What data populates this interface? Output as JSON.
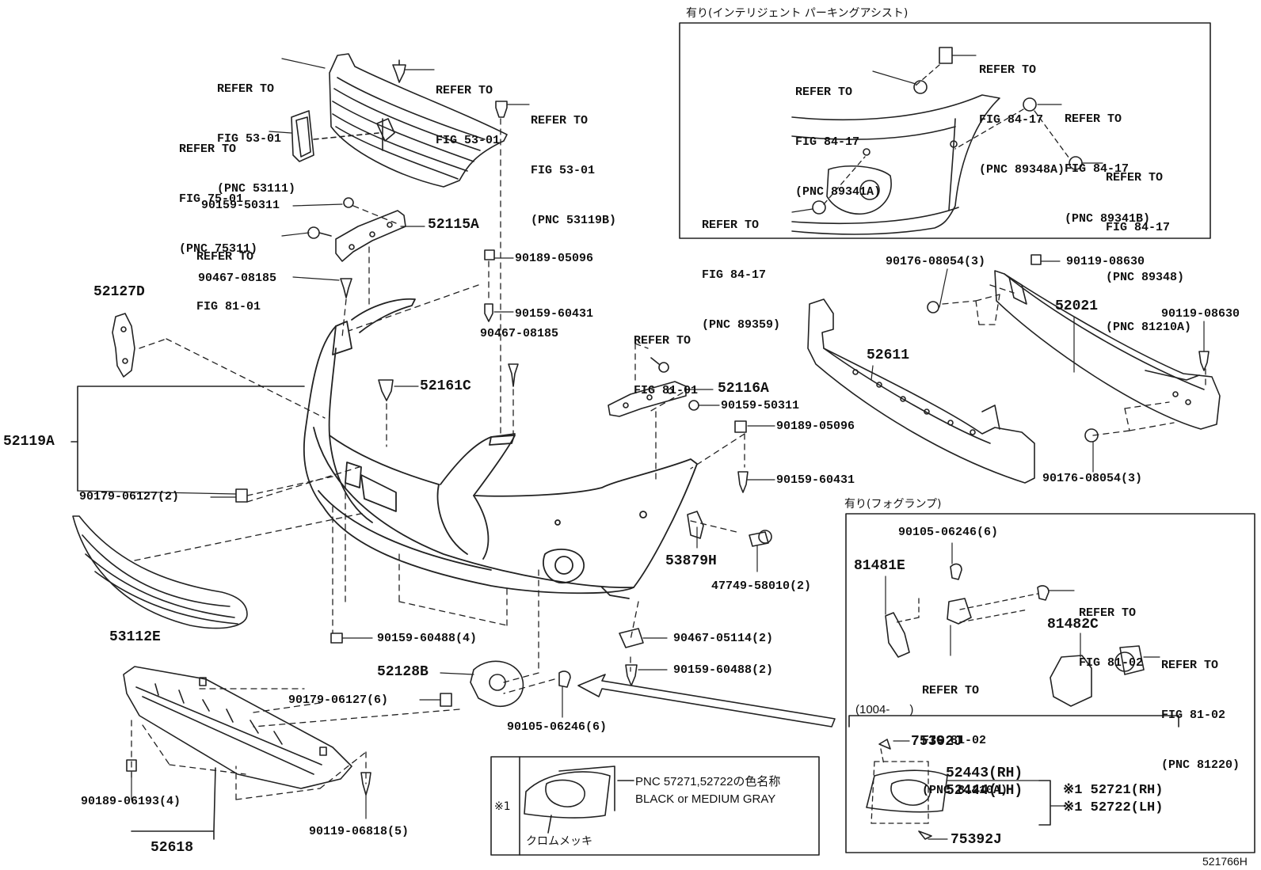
{
  "insets": {
    "parking_assist": {
      "title": "有り(インテリジェント パーキングアシスト)",
      "refer_89348A": [
        "REFER TO",
        "FIG 84-17",
        "(PNC 89348A)"
      ],
      "refer_89341A": [
        "REFER TO",
        "FIG 84-17",
        "(PNC 89341A)"
      ],
      "refer_89341B": [
        "REFER TO",
        "FIG 84-17",
        "(PNC 89341B)"
      ],
      "refer_89348": [
        "REFER TO",
        "FIG 84-17",
        "(PNC 89348)",
        "(PNC 81210A)"
      ],
      "refer_89359": [
        "REFER TO",
        "FIG 84-17",
        "(PNC 89359)"
      ]
    },
    "fog_lamp": {
      "title": "有り(フォグランプ)",
      "p90105": "90105-06246(6)",
      "p81481E": "81481E",
      "refer_81_02_a": [
        "REFER TO",
        "FIG 81-02"
      ],
      "refer_81210A": [
        "REFER TO",
        "FIG 81-02",
        "(PNC 81210A)"
      ],
      "p81482C": "81482C",
      "refer_81220": [
        "REFER TO",
        "FIG 81-02",
        "(PNC 81220)"
      ],
      "date_range": "(1004-      )",
      "p75392J_top": "75392J",
      "p52443": "52443(RH)",
      "p52444": "52444(LH)",
      "p52721": "※1 52721(RH)",
      "p52722": "※1 52722(LH)",
      "p75392J_bottom": "75392J"
    },
    "color_note": {
      "mark": "※1",
      "line1": "PNC 57271,52722の色名称",
      "line2": "BLACK or MEDIUM GRAY",
      "finish": "クロムメッキ"
    }
  },
  "main": {
    "refer_53111": [
      "REFER TO",
      "FIG 53-01",
      "(PNC 53111)"
    ],
    "refer_53_01": [
      "REFER TO",
      "FIG 53-01"
    ],
    "refer_53119B": [
      "REFER TO",
      "FIG 53-01",
      "(PNC 53119B)"
    ],
    "refer_75311": [
      "REFER TO",
      "FIG 75-01",
      "(PNC 75311)"
    ],
    "p90159_50311_a": "90159-50311",
    "refer_81_01_a": [
      "REFER TO",
      "FIG 81-01"
    ],
    "p52115A": "52115A",
    "p90467_08185_a": "90467-08185",
    "p90189_05096_a": "90189-05096",
    "p52127D": "52127D",
    "p90159_60431_a": "90159-60431",
    "p90467_08185_b": "90467-08185",
    "refer_81_01_b": [
      "REFER TO",
      "FIG 81-01"
    ],
    "p52161C": "52161C",
    "p52116A": "52116A",
    "p90159_50311_b": "90159-50311",
    "p90189_05096_b": "90189-05096",
    "p52119A": "52119A",
    "p90179_06127_2": "90179-06127(2)",
    "p90159_60431_b": "90159-60431",
    "p53879H": "53879H",
    "p47749": "47749-58010(2)",
    "p53112E": "53112E",
    "p90159_60488_4": "90159-60488(4)",
    "p90467_05114": "90467-05114(2)",
    "p52128B": "52128B",
    "p90159_60488_2": "90159-60488(2)",
    "p90179_06127_6": "90179-06127(6)",
    "p90105_06246_6": "90105-06246(6)",
    "p90189_06193": "90189-06193(4)",
    "p90119_06818": "90119-06818(5)",
    "p52618": "52618",
    "p90176_08054_a": "90176-08054(3)",
    "p90119_08630_a": "90119-08630",
    "p52021": "52021",
    "p90119_08630_b": "90119-08630",
    "p52611": "52611",
    "p90176_08054_b": "90176-08054(3)",
    "figure_id": "521766H"
  }
}
